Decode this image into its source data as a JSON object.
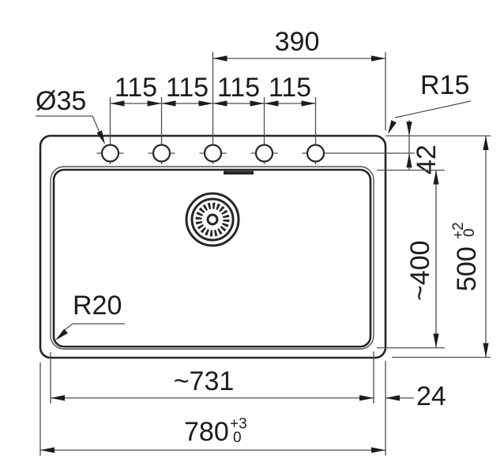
{
  "drawing_type": "sink-installation-dimension-drawing",
  "labels": {
    "hole_diameter": "Ø35",
    "spacing": [
      "115",
      "115",
      "115",
      "115"
    ],
    "half_width": "390",
    "outer_corner_radius": "R15",
    "edge_to_hole_axis": "42",
    "bowl_length": "~400",
    "overall_depth": "500",
    "overall_depth_tol_upper": "+2",
    "overall_depth_tol_lower": "0",
    "bowl_corner_radius": "R20",
    "bowl_width": "~731",
    "rim_to_bowl": "24",
    "overall_width": "780",
    "overall_width_tol_upper": "+3",
    "overall_width_tol_lower": "0"
  },
  "colors": {
    "outline": "#262626",
    "thin_line": "#4f4f4f",
    "text": "#1c1c1c",
    "background": "#ffffff"
  }
}
